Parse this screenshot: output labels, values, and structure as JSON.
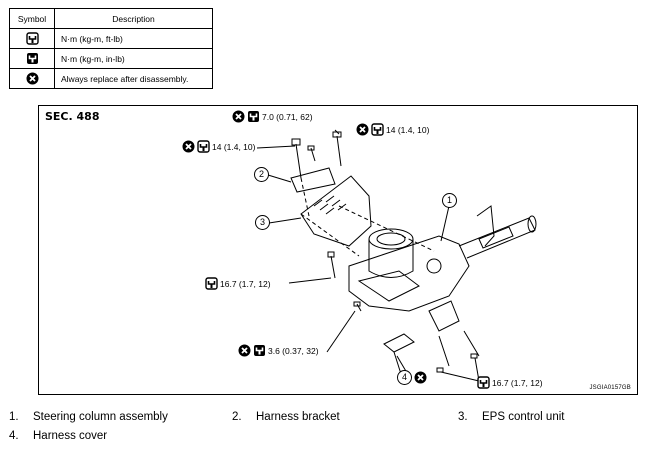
{
  "legend": {
    "header": {
      "symbol": "Symbol",
      "description": "Description"
    },
    "rows": [
      {
        "icon": "torque-wrench-icon",
        "description": "N·m (kg-m, ft-lb)"
      },
      {
        "icon": "torque-wrench-inlb-icon",
        "description": "N·m (kg-m, in-lb)"
      },
      {
        "icon": "replace-icon",
        "description": "Always replace after disassembly."
      }
    ]
  },
  "figure": {
    "section": "SEC. 488",
    "figure_id": "JSGIA0157GB",
    "torques": {
      "t1": "7.0 (0.71, 62)",
      "t2": "14 (1.4, 10)",
      "t3": "14 (1.4, 10)",
      "t4": "16.7 (1.7, 12)",
      "t5": "3.6 (0.37, 32)",
      "t6": "16.7 (1.7, 12)"
    },
    "callouts": {
      "c1": "1",
      "c2": "2",
      "c3": "3",
      "c4": "4"
    }
  },
  "captions": [
    {
      "num": "1.",
      "text": "Steering column assembly"
    },
    {
      "num": "2.",
      "text": "Harness bracket"
    },
    {
      "num": "3.",
      "text": "EPS control unit"
    },
    {
      "num": "4.",
      "text": "Harness cover"
    }
  ]
}
